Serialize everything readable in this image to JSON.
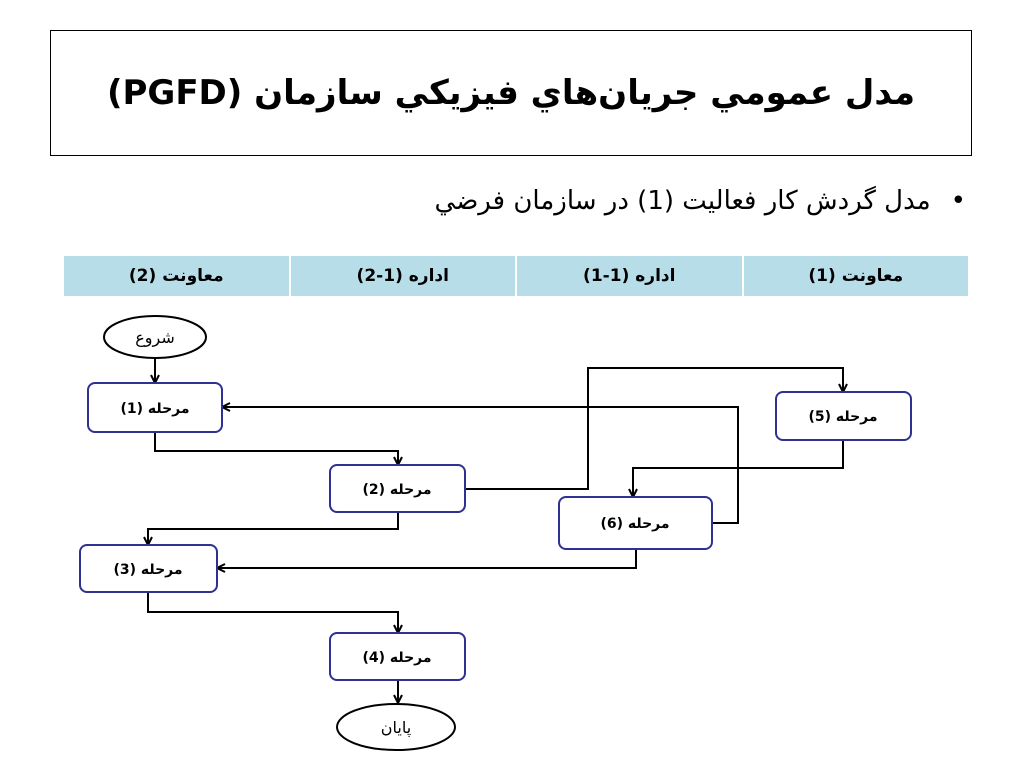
{
  "title": "مدل عمومي جريان‌هاي فيزيكي سازمان (PGFD)",
  "bullet": {
    "text": "مدل گردش كار فعاليت (1) در سازمان فرضي"
  },
  "lanes": [
    "معاونت (1)",
    "اداره (1-1)",
    "اداره (1-2)",
    "معاونت (2)"
  ],
  "terminals": {
    "start": "شروع",
    "end": "پايان"
  },
  "steps": {
    "s1": "مرحله (1)",
    "s2": "مرحله (2)",
    "s3": "مرحله (3)",
    "s4": "مرحله (4)",
    "s5": "مرحله (5)",
    "s6": "مرحله (6)"
  },
  "colors": {
    "lane_header": "#b7dde8",
    "node_border": "#2e3192",
    "connector": "#000000"
  }
}
